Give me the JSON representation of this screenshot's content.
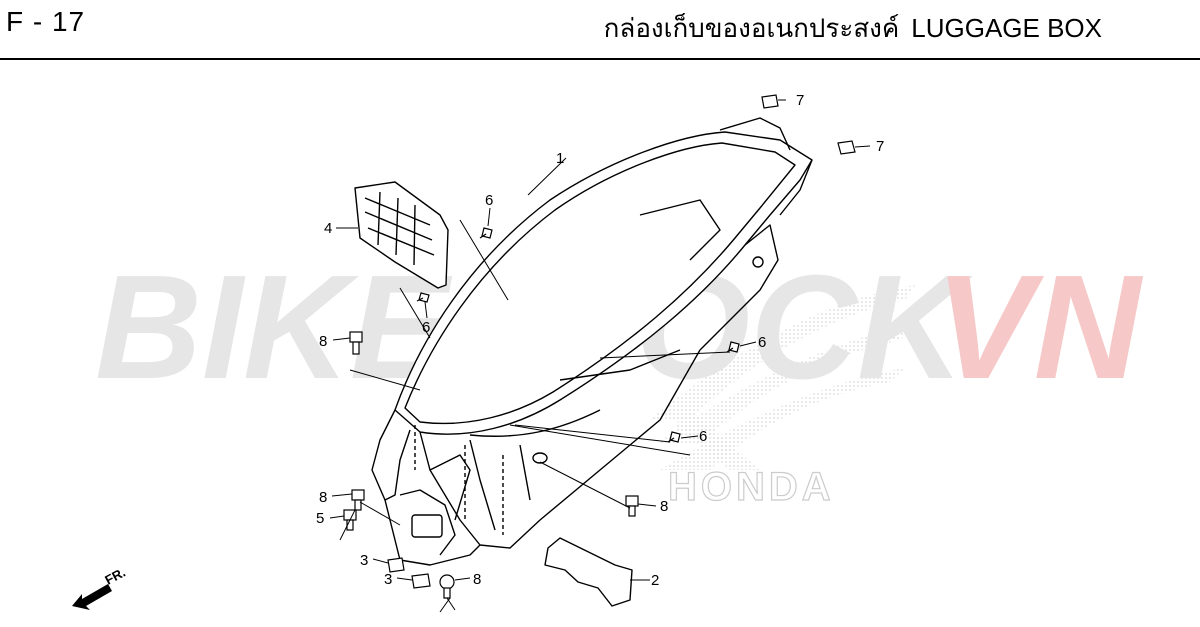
{
  "header": {
    "page_code": "F - 17",
    "title_thai": "กล่องเก็บของอเนกประสงค์",
    "title_en": "LUGGAGE BOX"
  },
  "watermark": {
    "text_gray": "BIKESTOCK",
    "text_red": "VN",
    "brand": "HONDA",
    "gray_color": "#e6e6e6",
    "red_color": "#f6c8c8"
  },
  "callouts": [
    "1",
    "2",
    "3",
    "3",
    "4",
    "5",
    "6",
    "6",
    "6",
    "6",
    "7",
    "7",
    "8",
    "8",
    "8",
    "8"
  ],
  "direction": {
    "label": "FR.",
    "icon": "arrow-front-icon"
  }
}
